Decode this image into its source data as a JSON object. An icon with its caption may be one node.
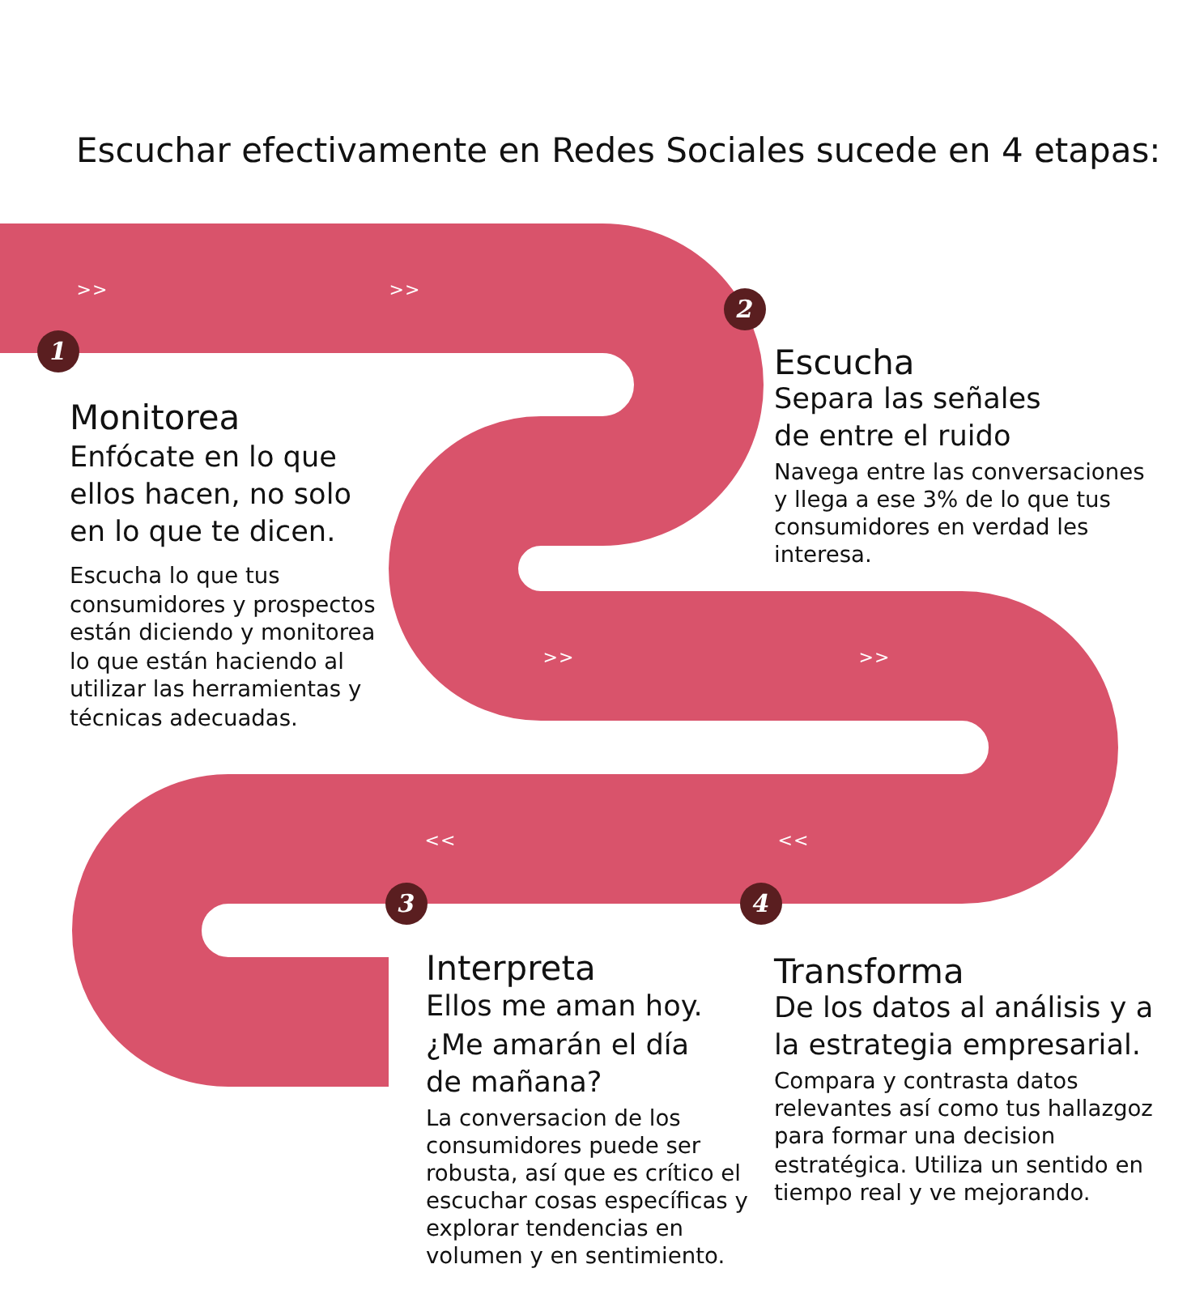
{
  "diagram": {
    "title": "Escuchar efectivamente en Redes Sociales sucede en 4 etapas:",
    "nodes": [
      {
        "text": [
          "1"
        ],
        "beside": [
          "Monitorea",
          "Enfócate en lo que ellos hacen, no solo en lo que te dicen.",
          "Escucha lo que tus consumidores y prospectos están diciendo y monitorea lo que están haciendo al utilizar las herramientas y técnicas adecuadas."
        ]
      },
      {
        "text": [
          "2"
        ],
        "beside": [
          "Escucha",
          "Separa las señales de entre el ruido",
          "Navega entre las conversaciones y llega a ese 3% de lo que tus consumidores en verdad les interesa."
        ]
      },
      {
        "text": [
          "3"
        ],
        "beside": [
          "Interpreta",
          "Ellos me aman hoy. ¿Me amarán el día de mañana?",
          "La conversacion de los consumidores puede ser robusta, así que es crítico el escuchar cosas específicas y explorar tendencias en volumen y en sentimiento."
        ]
      },
      {
        "text": [
          "4"
        ],
        "beside": [
          "Transforma",
          "De los datos al análisis y a la estrategia empresarial.",
          "Compara y contrasta datos relevantes así como tus hallazgoz para formar una decision estratégica. Utiliza un sentido en tiempo real y ve mejorando."
        ]
      }
    ],
    "labels": [
      ">>",
      ">>",
      ">>",
      ">>",
      "<<",
      "<<"
    ]
  }
}
